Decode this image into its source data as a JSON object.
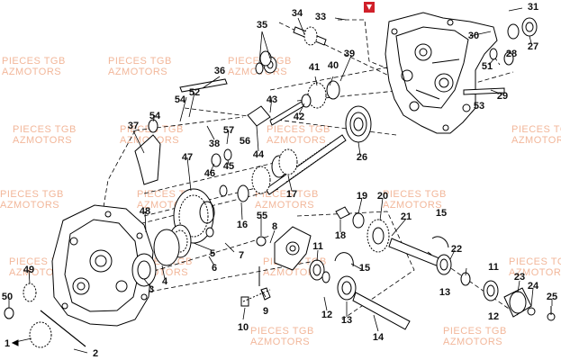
{
  "watermark": {
    "line1": "PIECES TGB",
    "line2": "AZMOTORS",
    "color": "#f2b79a"
  },
  "callouts": [
    "1",
    "2",
    "3",
    "4",
    "5",
    "6",
    "7",
    "8",
    "9",
    "10",
    "11",
    "12",
    "13",
    "14",
    "15",
    "16",
    "17",
    "18",
    "19",
    "20",
    "21",
    "22",
    "23",
    "24",
    "25",
    "26",
    "27",
    "28",
    "29",
    "30",
    "31",
    "33",
    "34",
    "35",
    "36",
    "37",
    "38",
    "39",
    "40",
    "41",
    "42",
    "43",
    "44",
    "45",
    "46",
    "47",
    "48",
    "49",
    "50",
    "51",
    "52",
    "53",
    "54",
    "55",
    "56",
    "57"
  ],
  "logo": {
    "name": "azmotors-red-logo-icon",
    "color": "#d0202a"
  },
  "line_color": "#000000"
}
